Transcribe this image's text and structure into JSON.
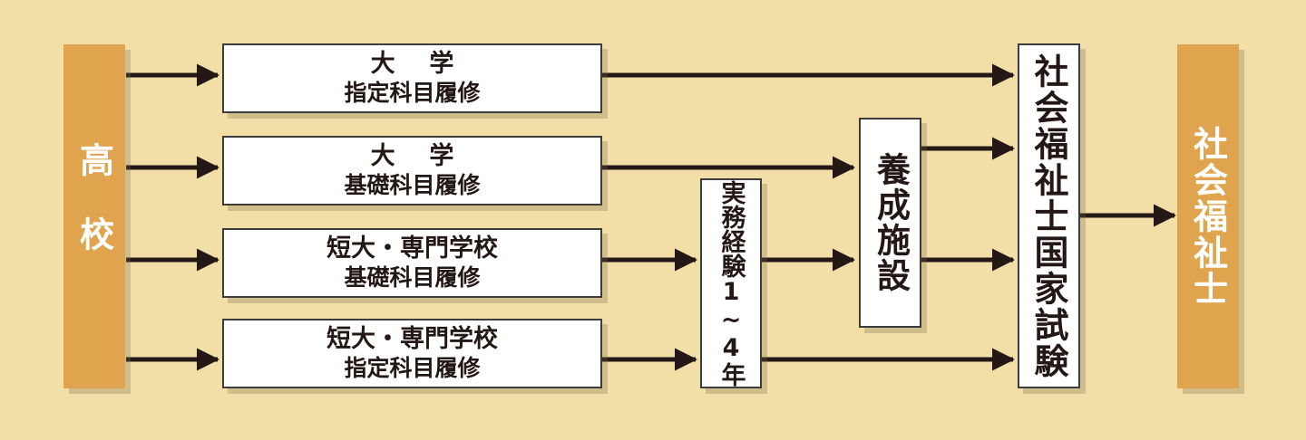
{
  "nodes": {
    "high_school": "高校",
    "univ_designated": {
      "line1": "大学",
      "line2": "指定科目履修"
    },
    "univ_basic": {
      "line1": "大学",
      "line2": "基礎科目履修"
    },
    "junior_basic": {
      "line1": "短大・専門学校",
      "line2": "基礎科目履修"
    },
    "junior_designated": {
      "line1": "短大・専門学校",
      "line2": "指定科目履修"
    },
    "work_experience": "実務経験1~4年",
    "training_facility": "養成施設",
    "national_exam": "社会福祉士国家試験",
    "social_worker": "社会福祉士"
  },
  "colors": {
    "background": "#f2dfa7",
    "accent_orange": "#e0a44f",
    "arrow": "#231815",
    "box_border": "#3c3c3c"
  }
}
